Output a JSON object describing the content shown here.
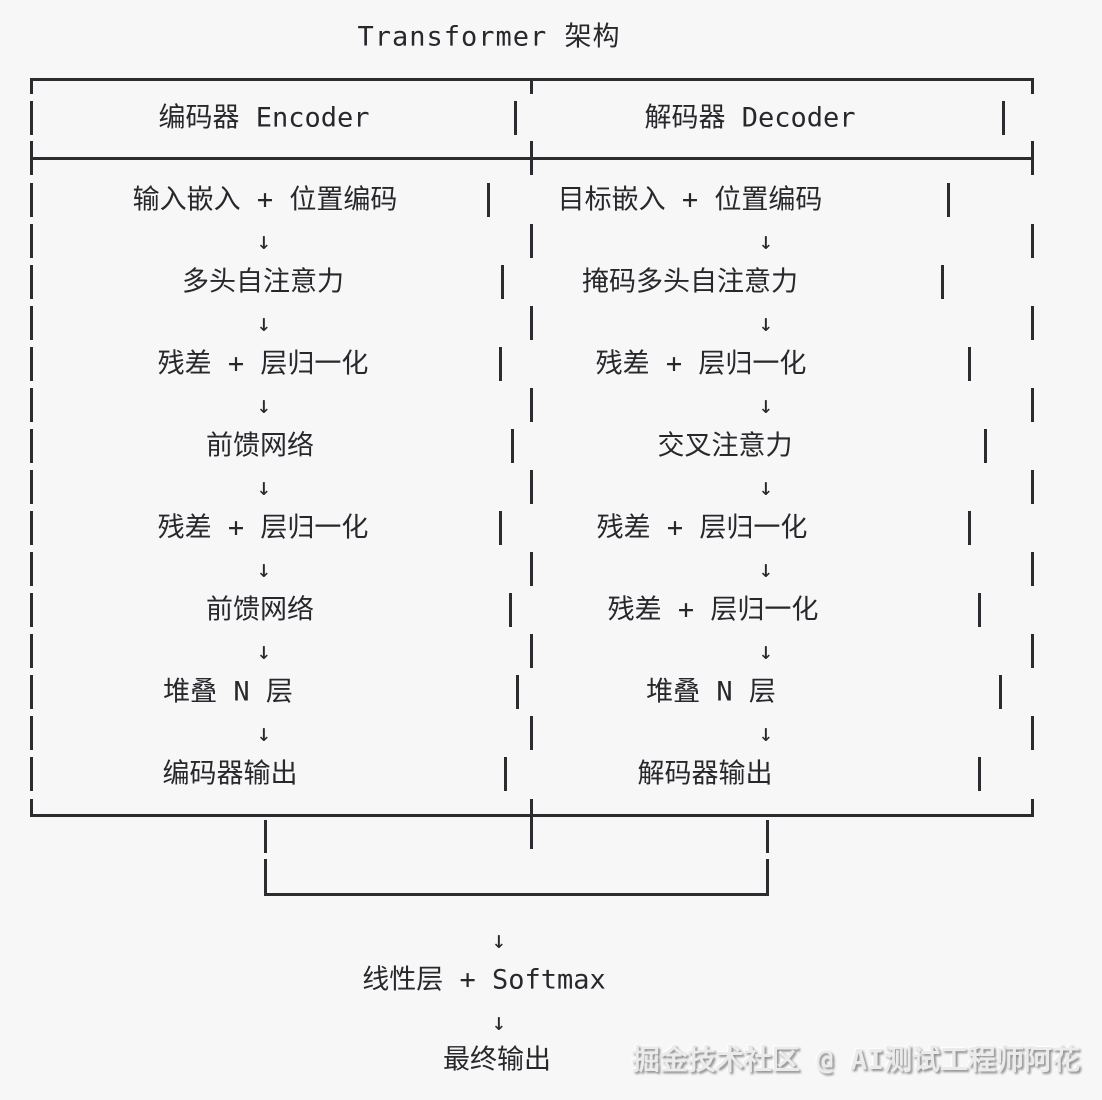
{
  "title": "Transformer 架构",
  "diagram": {
    "arrow": "↓",
    "columns": [
      {
        "header": "编码器 Encoder",
        "steps": [
          "输入嵌入 + 位置编码",
          "多头自注意力",
          "残差 + 层归一化",
          "前馈网络",
          "残差 + 层归一化",
          "前馈网络",
          "堆叠 N 层",
          "编码器输出"
        ]
      },
      {
        "header": "解码器 Decoder",
        "steps": [
          "目标嵌入 + 位置编码",
          "掩码多头自注意力",
          "残差 + 层归一化",
          "交叉注意力",
          "残差 + 层归一化",
          "残差 + 层归一化",
          "堆叠 N 层",
          "解码器输出"
        ]
      }
    ],
    "final_steps": [
      "线性层 + Softmax",
      "最终输出"
    ]
  },
  "watermark": "掘金技术社区 @ AI测试工程师阿花",
  "colors": {
    "ink": "#2c2c30",
    "background": "#f7f7f8",
    "watermark": "#ebebeb",
    "watermark_shadow": "#8f8f8f"
  }
}
